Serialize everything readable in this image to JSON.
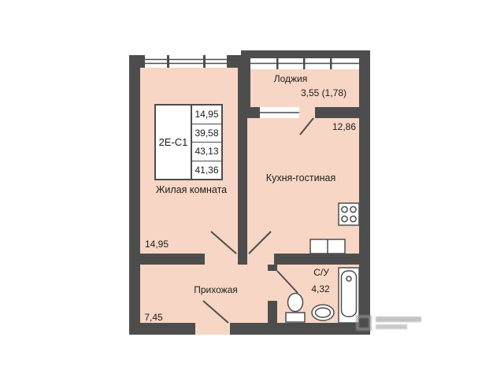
{
  "plan": {
    "rooms": [
      {
        "id": "loggia",
        "label": "Лоджия",
        "area": "3,55 (1,78)"
      },
      {
        "id": "kitchen_living",
        "label": "Кухня-гостиная",
        "area": "12,86"
      },
      {
        "id": "living",
        "label": "Жилая комната",
        "area": "14,95"
      },
      {
        "id": "hall",
        "label": "Прихожая",
        "area": "7,45"
      },
      {
        "id": "bath",
        "label": "С/У",
        "area": "4,32"
      }
    ],
    "info_table": {
      "unit_code": "2Е-С1",
      "values": [
        "14,95",
        "39,58",
        "43,13",
        "41,36"
      ]
    },
    "colors": {
      "wall": "#4d4d4d",
      "room_fill": "#f8d6c5",
      "text": "#1b1b1b"
    }
  }
}
